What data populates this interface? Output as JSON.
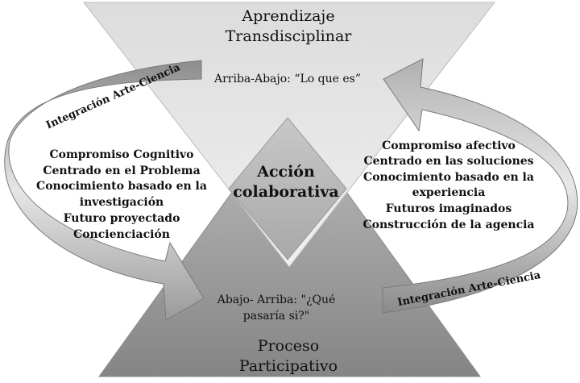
{
  "top_triangle": {
    "title_line1": "Aprendizaje",
    "title_line2": "Transdisciplinar",
    "subtitle": "Arriba-Abajo: “Lo que es”"
  },
  "bottom_triangle": {
    "title_line1": "Proceso",
    "title_line2": "Participativo",
    "subtitle_line1": "Abajo- Arriba: \"¿Qué",
    "subtitle_line2": "pasaría si?\""
  },
  "center": {
    "line1": "Acción",
    "line2": "colaborativa"
  },
  "left_arrow": {
    "label": "Integración Arte-Ciencia"
  },
  "right_arrow": {
    "label": "Integración Arte-Ciencia"
  },
  "left_list": [
    "Compromiso Cognitivo",
    "Centrado en el Problema",
    "Conocimiento basado en la",
    "investigación",
    "Futuro proyectado",
    "Concienciación"
  ],
  "right_list": [
    "Compromiso afectivo",
    "Centrado en las soluciones",
    "Conocimiento basado en la",
    "experiencia",
    "Futuros imaginados",
    "Construcción de la agencia"
  ],
  "colors": {
    "top_triangle": "#e4e4e4",
    "bottom_triangle": "#9e9e9e",
    "diamond": "#b9b9b9",
    "arrow": "#a0a0a0"
  }
}
